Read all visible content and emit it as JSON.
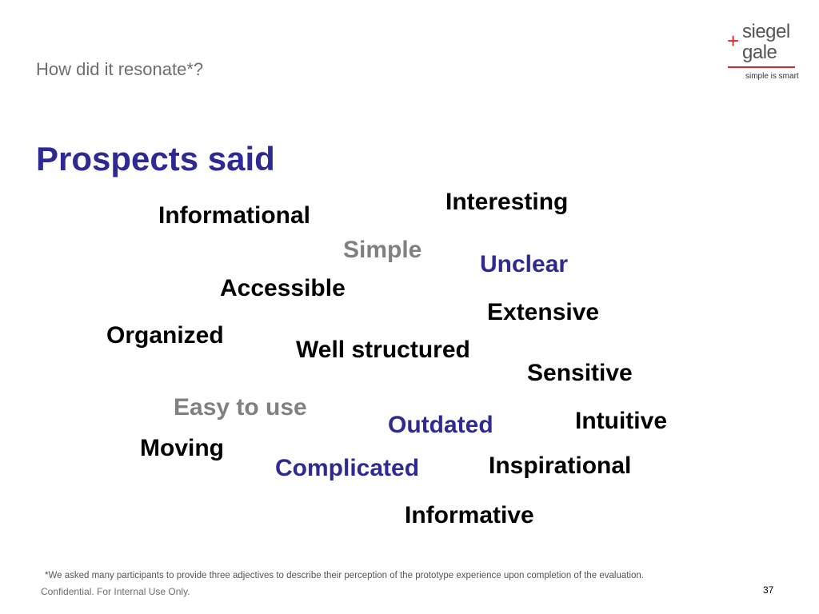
{
  "header": {
    "subtitle": "How did it resonate*?",
    "title": "Prospects said"
  },
  "logo": {
    "plus": "+",
    "line1": "siegel",
    "line2": "gale",
    "tagline": "simple is smart"
  },
  "words": [
    {
      "text": "Interesting",
      "color": "#000000"
    },
    {
      "text": "Informational",
      "color": "#000000"
    },
    {
      "text": "Simple",
      "color": "#808080"
    },
    {
      "text": "Unclear",
      "color": "#2e2a93"
    },
    {
      "text": "Accessible",
      "color": "#000000"
    },
    {
      "text": "Extensive",
      "color": "#000000"
    },
    {
      "text": "Organized",
      "color": "#000000"
    },
    {
      "text": "Well structured",
      "color": "#000000"
    },
    {
      "text": "Sensitive",
      "color": "#000000"
    },
    {
      "text": "Easy to use",
      "color": "#808080"
    },
    {
      "text": "Outdated",
      "color": "#2e2a93"
    },
    {
      "text": "Intuitive",
      "color": "#000000"
    },
    {
      "text": "Moving",
      "color": "#000000"
    },
    {
      "text": "Complicated",
      "color": "#2e2a93"
    },
    {
      "text": "Inspirational",
      "color": "#000000"
    },
    {
      "text": "Informative",
      "color": "#000000"
    }
  ],
  "footer": {
    "footnote": "*We asked many participants to provide three adjectives to describe their perception of the prototype experience upon completion of the evaluation.",
    "confidential": "Confidential. For Internal Use Only.",
    "page_number": "37"
  }
}
